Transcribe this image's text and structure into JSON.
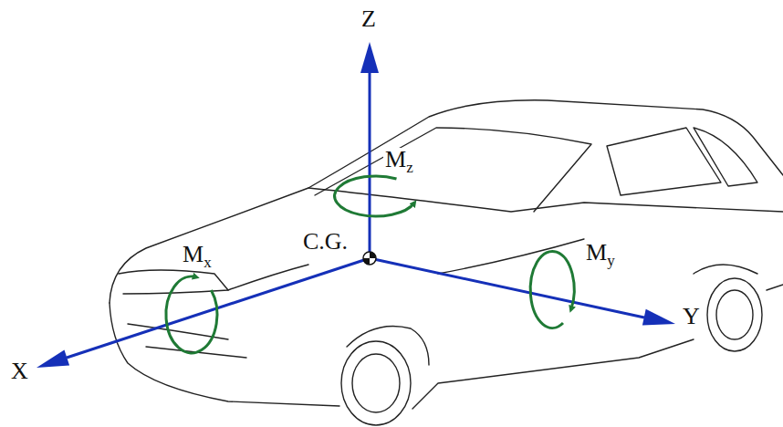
{
  "diagram": {
    "labels": [
      "Z",
      "Mz",
      "C.G.",
      "Mx",
      "My",
      "X",
      "Y"
    ]
  }
}
